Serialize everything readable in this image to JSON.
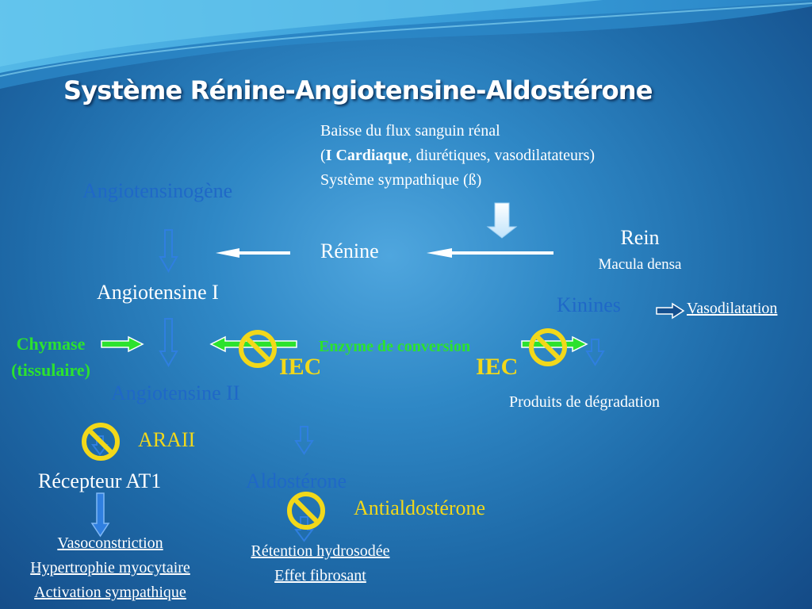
{
  "title": "Système Rénine-Angiotensine-Aldostérone",
  "stimulus": {
    "line1": "Baisse du flux sanguin rénal",
    "line2_open": "(",
    "line2_bold": "I Cardiaque",
    "line2_rest": ", diurétiques, vasodilatateurs)",
    "line3": "Système sympathique (ß)"
  },
  "nodes": {
    "angiotensinogene": "Angiotensinogène",
    "renine": "Rénine",
    "rein": "Rein",
    "macula_densa": "Macula densa",
    "angiotensine_1": "Angiotensine I",
    "kinines": "Kinines",
    "vasodilatation": "Vasodilatation",
    "chymase_1": "Chymase",
    "chymase_2": "(tissulaire)",
    "enzyme_conversion": "Enzyme de conversion",
    "angiotensine_2": "Angiotensine II",
    "produits_degradation": "Produits de dégradation",
    "recepteur_at1": "Récepteur AT1",
    "aldosterone": "Aldostérone"
  },
  "drugs": {
    "iec_left": "IEC",
    "iec_right": "IEC",
    "araii": "ARAII",
    "antialdosterone": "Antialdostérone"
  },
  "effects": {
    "vasoconstriction": "Vasoconstriction",
    "hypertrophie": "Hypertrophie myocytaire",
    "activation": "Activation sympathique",
    "retention": "Rétention hydrosodée",
    "fibrosant": "Effet fibrosant"
  },
  "colors": {
    "background": "#2f88c6",
    "label_blue": "#1f68c7",
    "drug_yellow": "#f2d81a",
    "enzyme_green": "#2ce22e",
    "arrow_blue": "#2f7fe0"
  }
}
